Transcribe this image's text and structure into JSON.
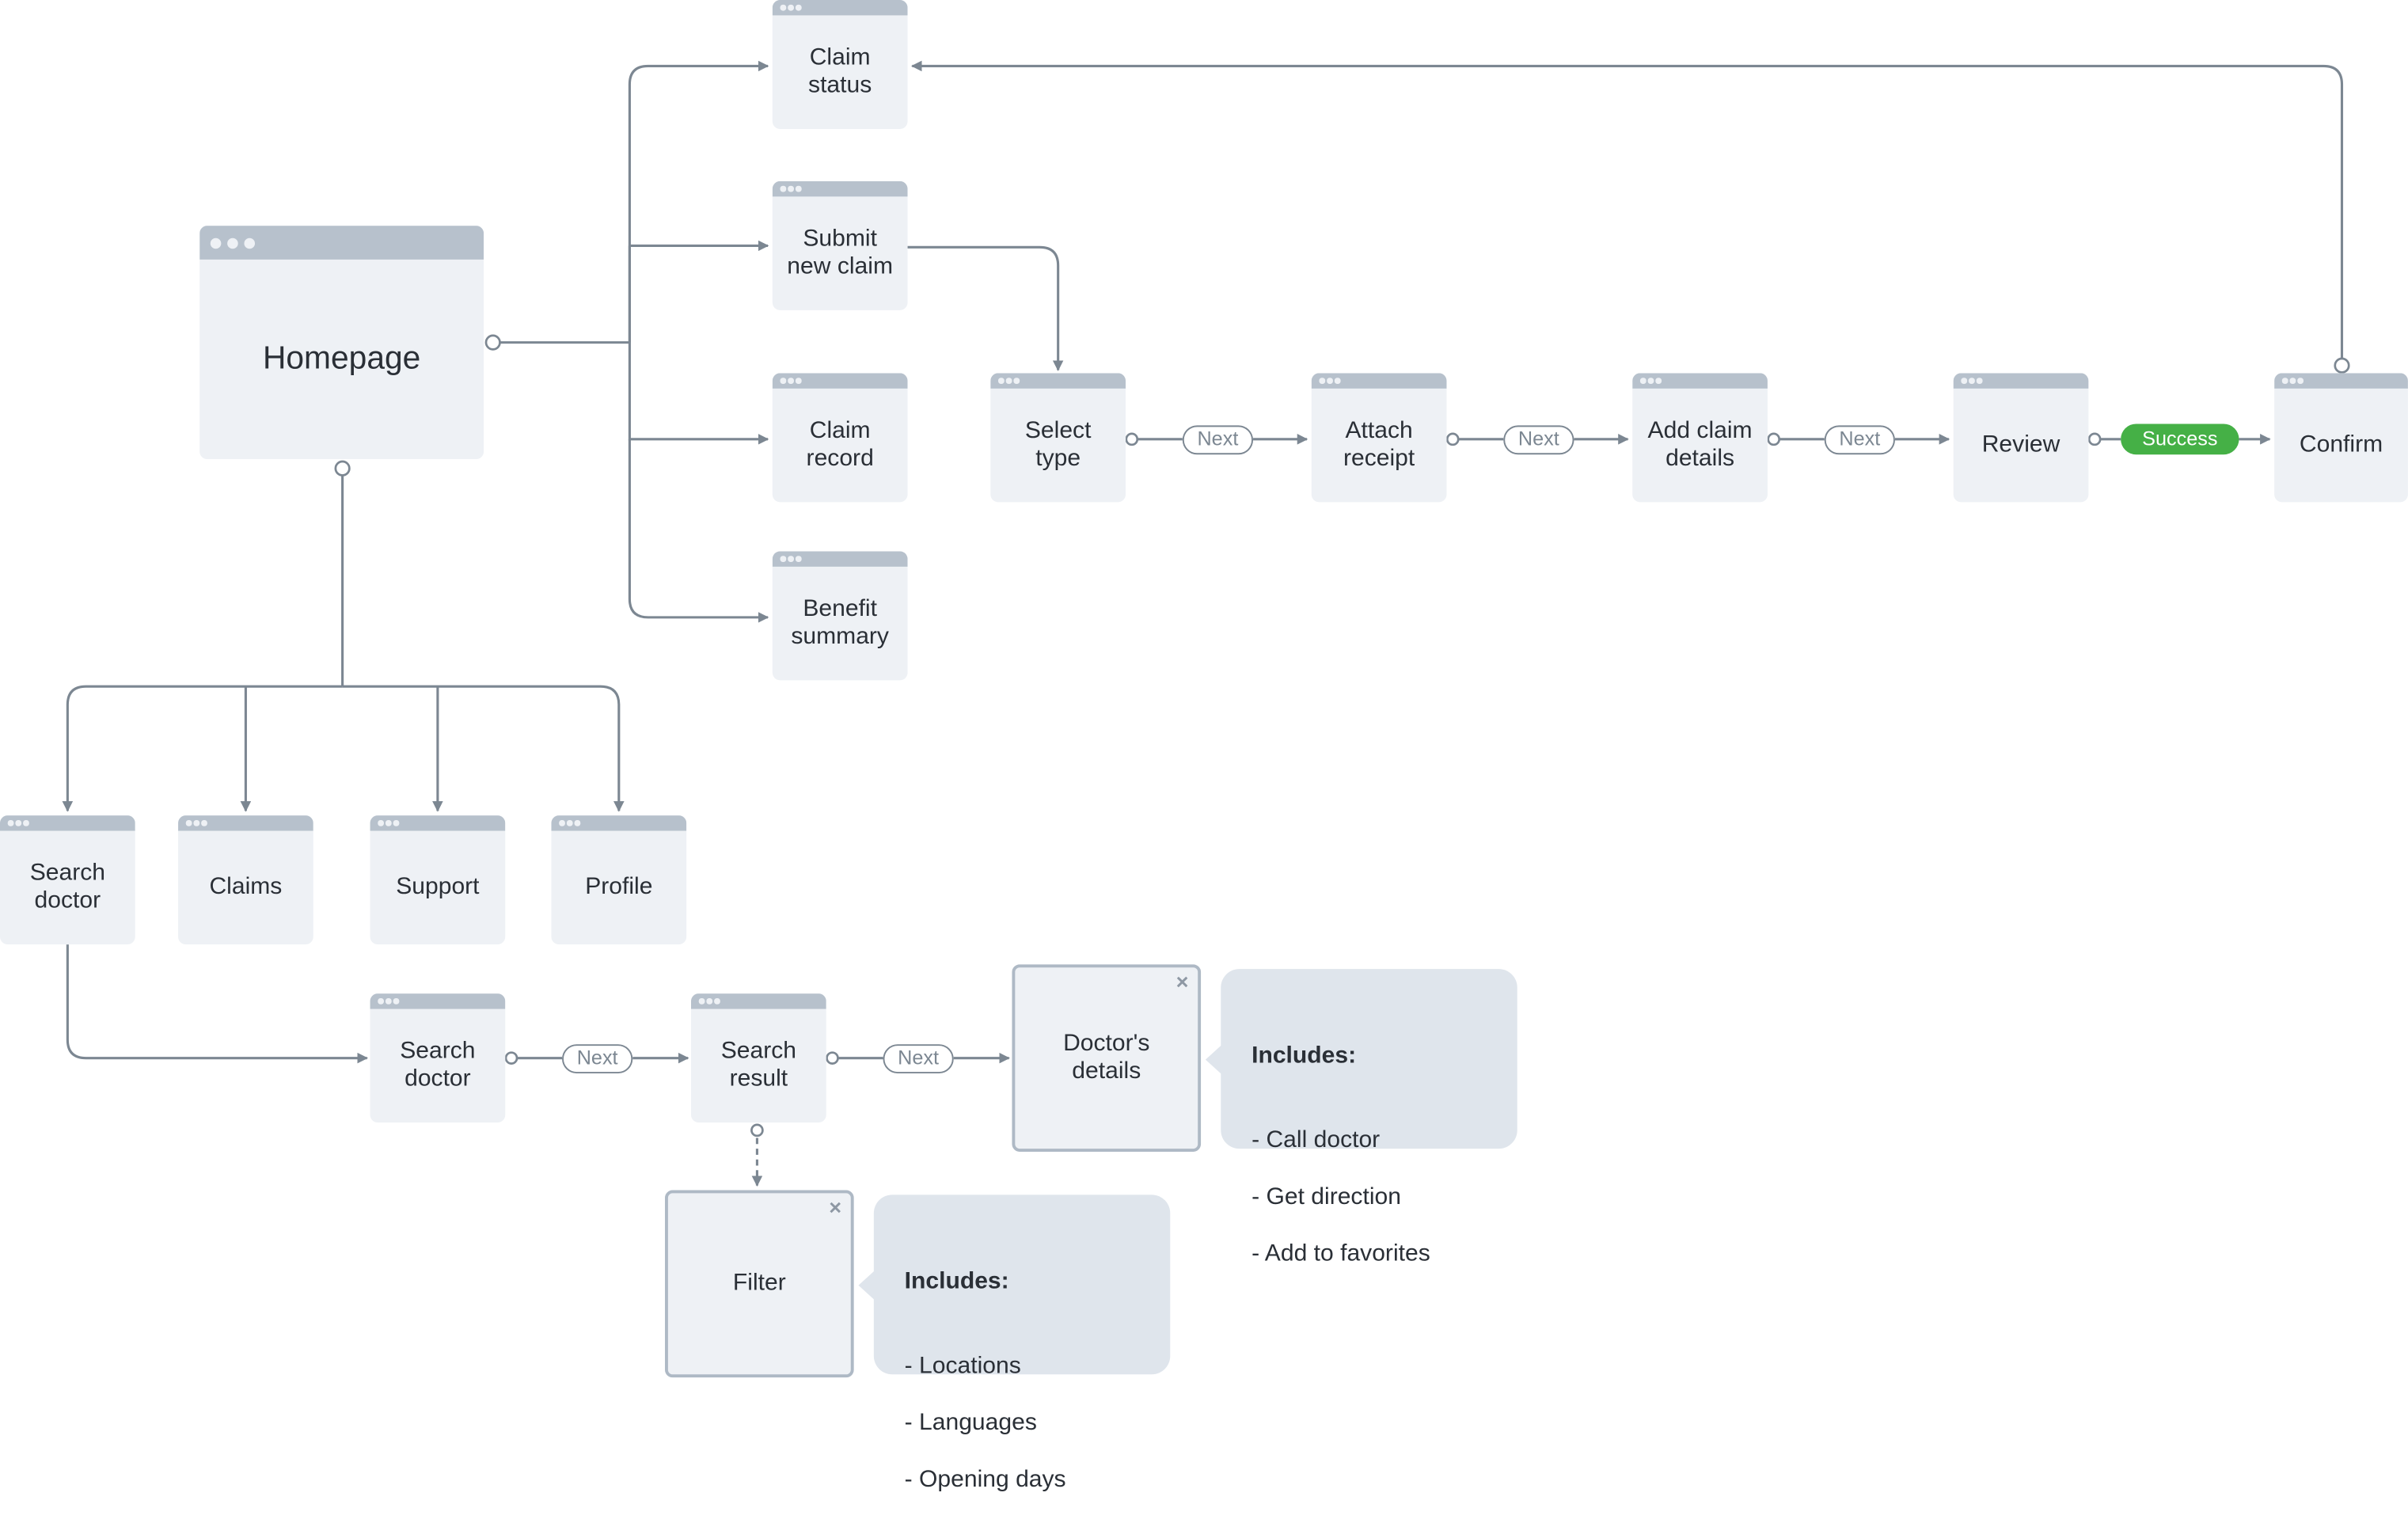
{
  "title": "",
  "colors": {
    "connector": "#7c8792",
    "card_bg": "#eef1f5",
    "card_bar": "#b7c1cc",
    "note_bg": "#dfe5ec",
    "success": "#45b046"
  },
  "screens": {
    "homepage": "Homepage",
    "claim_status": "Claim\nstatus",
    "submit_new_claim": "Submit\nnew claim",
    "claim_record": "Claim\nrecord",
    "benefit_summary": "Benefit\nsummary",
    "select_type": "Select\ntype",
    "attach_receipt": "Attach\nreceipt",
    "add_claim_details": "Add claim\ndetails",
    "review": "Review",
    "confirm": "Confirm",
    "search_doctor_nav": "Search\ndoctor",
    "claims": "Claims",
    "support": "Support",
    "profile": "Profile",
    "search_doctor": "Search\ndoctor",
    "search_result": "Search\nresult",
    "doctors_details": "Doctor's\ndetails",
    "filter": "Filter"
  },
  "connectors": {
    "next_label": "Next",
    "success_label": "Success"
  },
  "notes": {
    "doctors_details": {
      "title": "Includes:",
      "items": [
        "- Call doctor",
        "- Get direction",
        "- Add to favorites"
      ]
    },
    "filter": {
      "title": "Includes:",
      "items": [
        "- Locations",
        "- Languages",
        "- Opening days"
      ]
    }
  },
  "close_glyph": "×"
}
